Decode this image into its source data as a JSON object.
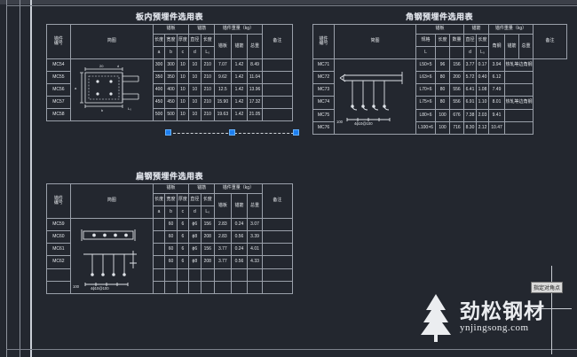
{
  "app": {
    "background_color": "#23272f",
    "line_color": "#9aa0aa",
    "grip_color": "#1e7ff0",
    "tooltip": "指定对角点"
  },
  "tables": [
    {
      "id": "plate-table",
      "title": "板内预埋件选用表",
      "headers": {
        "part": "锚件",
        "part_sub": "编号",
        "figure": "简图",
        "anchor_plate": "锚板",
        "anchor_bar": "锚筋",
        "weight": "锚件重量（kg）",
        "remark": "备注",
        "sub_plate": [
          "长度",
          "宽度",
          "厚度",
          "直径",
          "长度"
        ],
        "sub_symbols": [
          "a",
          "b",
          "c",
          "d",
          "L₀"
        ],
        "sub_weight": [
          "锚板",
          "锚筋",
          "总重"
        ]
      },
      "rows": [
        {
          "code": "MC54",
          "a": "300",
          "b": "300",
          "c": "10",
          "d": "10",
          "L0": "210",
          "w_plate": "7.07",
          "w_bar": "1.42",
          "w_total": "8.49",
          "remark": ""
        },
        {
          "code": "MC55",
          "a": "350",
          "b": "350",
          "c": "10",
          "d": "10",
          "L0": "210",
          "w_plate": "9.62",
          "w_bar": "1.42",
          "w_total": "11.04",
          "remark": ""
        },
        {
          "code": "MC56",
          "a": "400",
          "b": "400",
          "c": "10",
          "d": "10",
          "L0": "210",
          "w_plate": "12.5",
          "w_bar": "1.42",
          "w_total": "13.96",
          "remark": ""
        },
        {
          "code": "MC57",
          "a": "450",
          "b": "450",
          "c": "10",
          "d": "10",
          "L0": "210",
          "w_plate": "15.90",
          "w_bar": "1.42",
          "w_total": "17.32",
          "remark": ""
        },
        {
          "code": "MC58",
          "a": "500",
          "b": "500",
          "c": "10",
          "d": "10",
          "L0": "210",
          "w_plate": "19.63",
          "w_bar": "1.42",
          "w_total": "21.05",
          "remark": ""
        }
      ],
      "figure_dims": {
        "top_left": "20",
        "top_right": "d",
        "bottom": "b",
        "right": "L₀",
        "left": "a"
      }
    },
    {
      "id": "angle-table",
      "title": "角钢预埋件选用表",
      "headers": {
        "part": "锚件",
        "part_sub": "编号",
        "figure": "简图",
        "anchor_plate": "锚板",
        "anchor_bar": "锚筋",
        "weight": "锚件重量（kg）",
        "remark": "备注",
        "sub_plate": [
          "规格",
          "长度",
          "数量"
        ],
        "sub_symbols": [
          "L",
          "",
          "",
          "d",
          "L₀"
        ],
        "sub_weight": [
          "角钢",
          "锚筋",
          "总重"
        ]
      },
      "rows": [
        {
          "code": "MC71",
          "spec": "L50×5",
          "len": "96",
          "qty": "156",
          "w_plate": "3.77",
          "w_bar": "0.17",
          "w_total": "3.94",
          "remark": "热轧等边角钢"
        },
        {
          "code": "MC72",
          "spec": "L63×6",
          "len": "80",
          "qty": "200",
          "w_plate": "5.72",
          "w_bar": "0.40",
          "w_total": "6.12",
          "remark": ""
        },
        {
          "code": "MC73",
          "spec": "L70×6",
          "len": "80",
          "qty": "556",
          "w_plate": "6.41",
          "w_bar": "1.08",
          "w_total": "7.49",
          "remark": ""
        },
        {
          "code": "MC74",
          "spec": "L75×6",
          "len": "80",
          "qty": "556",
          "w_plate": "6.91",
          "w_bar": "1.10",
          "w_total": "8.01",
          "remark": "热轧等边角钢"
        },
        {
          "code": "MC75",
          "spec": "L80×6",
          "len": "100",
          "qty": "676",
          "w_plate": "7.38",
          "w_bar": "2.03",
          "w_total": "9.41",
          "remark": ""
        },
        {
          "code": "MC76",
          "spec": "L100×6",
          "len": "100",
          "qty": "716",
          "w_plate": "8.30",
          "w_bar": "2.12",
          "w_total": "10.47",
          "remark": ""
        }
      ],
      "figure_label": "100",
      "figure_dim_label": "4ϕ10@100"
    },
    {
      "id": "flat-table",
      "title": "扁钢预埋件选用表",
      "headers": {
        "part": "锚件",
        "part_sub": "编号",
        "figure": "简图",
        "anchor_plate": "锚板",
        "anchor_bar": "锚筋",
        "weight": "锚件重量（kg）",
        "remark": "备注",
        "sub_plate": [
          "长度",
          "宽度",
          "厚度",
          "直径",
          "长度"
        ],
        "sub_symbols": [
          "a",
          "b",
          "c",
          "d",
          "L₀"
        ],
        "sub_weight": [
          "锚板",
          "锚筋",
          "总重"
        ]
      },
      "rows": [
        {
          "code": "MC59",
          "a": "",
          "b": "60",
          "c": "6",
          "d": "ϕ6",
          "L0": "156",
          "w_plate": "2.83",
          "w_bar": "0.24",
          "w_total": "3.07",
          "remark": ""
        },
        {
          "code": "MC60",
          "a": "",
          "b": "60",
          "c": "6",
          "d": "ϕ8",
          "L0": "208",
          "w_plate": "2.83",
          "w_bar": "0.56",
          "w_total": "3.39",
          "remark": ""
        },
        {
          "code": "MC61",
          "a": "",
          "b": "60",
          "c": "6",
          "d": "ϕ6",
          "L0": "156",
          "w_plate": "3.77",
          "w_bar": "0.24",
          "w_total": "4.01",
          "remark": ""
        },
        {
          "code": "MC62",
          "a": "",
          "b": "60",
          "c": "6",
          "d": "ϕ8",
          "L0": "208",
          "w_plate": "3.77",
          "w_bar": "0.56",
          "w_total": "4.33",
          "remark": ""
        },
        {
          "code": "",
          "a": "",
          "b": "",
          "c": "",
          "d": "",
          "L0": "",
          "w_plate": "",
          "w_bar": "",
          "w_total": "",
          "remark": ""
        },
        {
          "code": "",
          "a": "",
          "b": "",
          "c": "",
          "d": "",
          "L0": "",
          "w_plate": "",
          "w_bar": "",
          "w_total": "",
          "remark": ""
        }
      ],
      "figure_label": "100",
      "figure_dim_label": "4ϕ10@100"
    }
  ],
  "watermark": {
    "brand_cn": "劲松钢材",
    "url": "ynjingsong.com",
    "logo": "pine-tree-icon"
  }
}
